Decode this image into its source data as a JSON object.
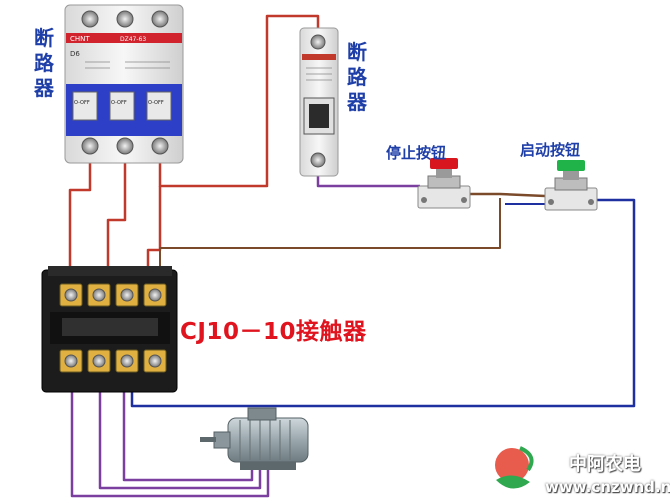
{
  "labels": {
    "breaker_left": [
      "断",
      "路",
      "器"
    ],
    "breaker_right": [
      "断",
      "路",
      "器"
    ],
    "stop_button": "停止按钮",
    "start_button": "启动按钮",
    "contactor": "CJ10－10接触器"
  },
  "breaker_3p": {
    "brand": "CHNT",
    "model": "DZ47-63",
    "rating": "D6",
    "lever_text": [
      "O-OFF",
      "O-OFF",
      "O-OFF"
    ]
  },
  "watermark": {
    "name": "中阿农电",
    "site": "www.cnzwnd.net"
  },
  "colors": {
    "red_wire": "#c0392b",
    "purple_wire": "#7b3fa0",
    "blue_wire": "#1e2fa0",
    "brown_wire": "#7a4a2a",
    "label_blue": "#1f3fa8",
    "label_red": "#e0141e"
  }
}
